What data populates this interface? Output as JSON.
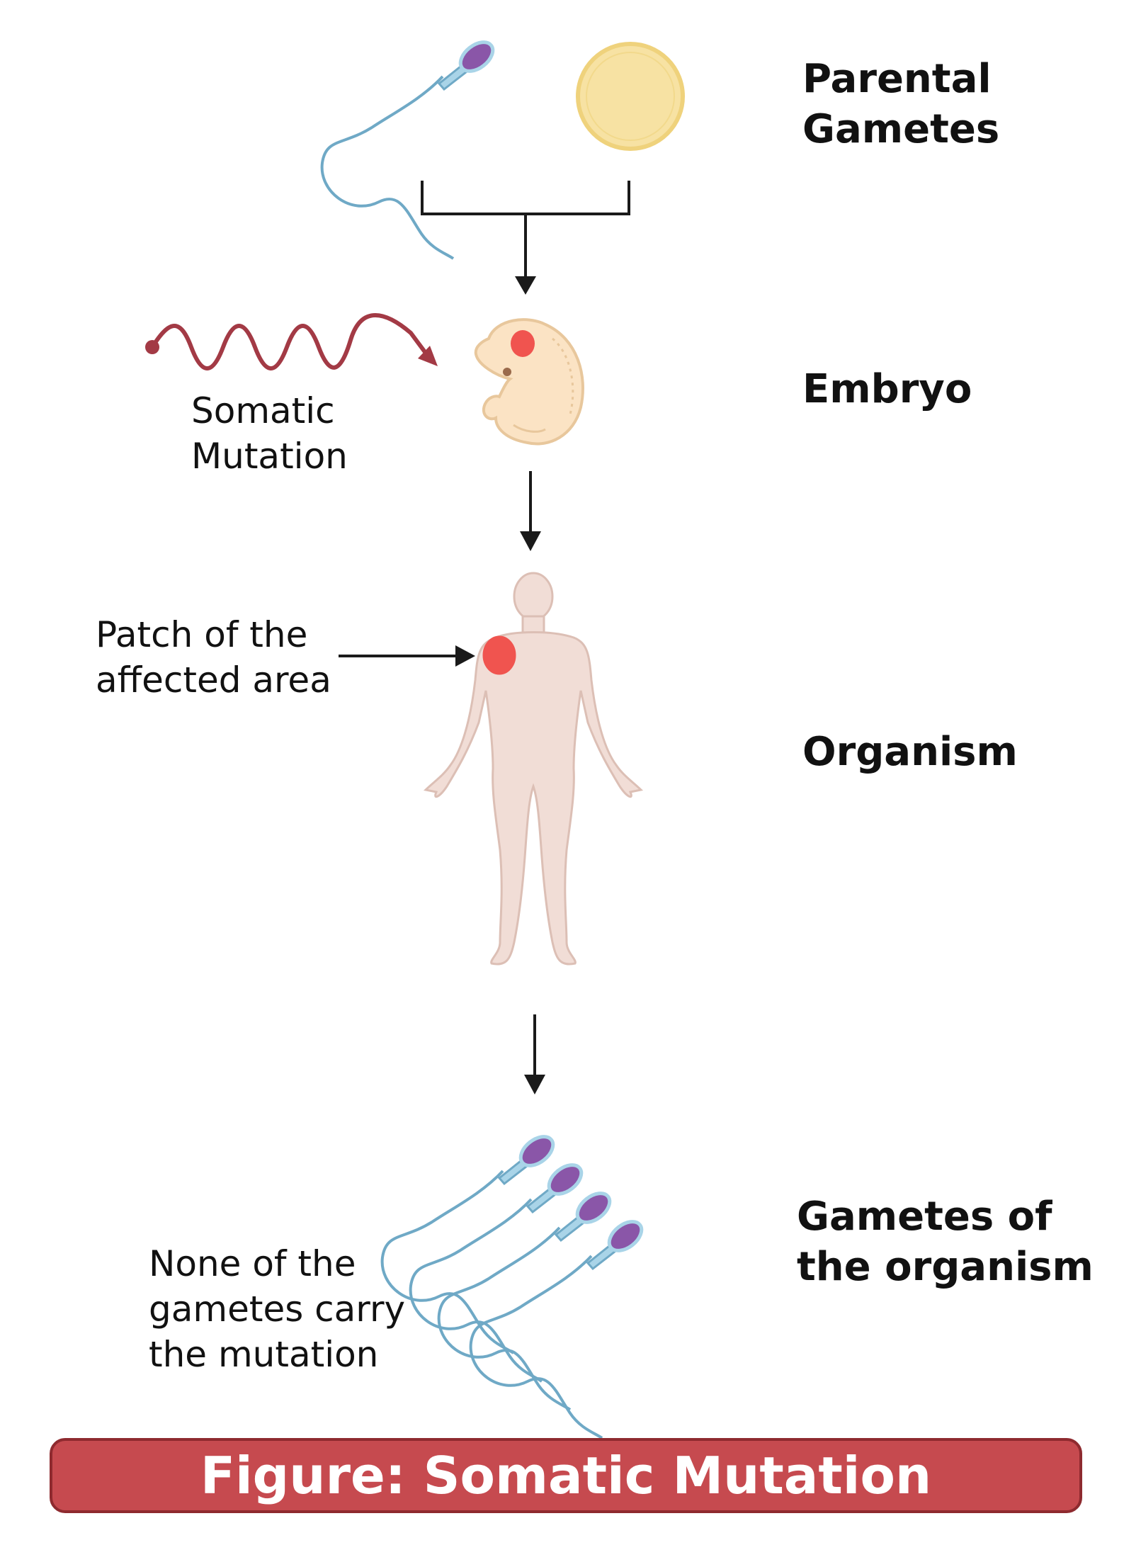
{
  "colors": {
    "sperm_head": "#8a56a8",
    "sperm_body": "#a9d4e8",
    "sperm_outline": "#6fa9c6",
    "egg_fill": "#f7e2a3",
    "egg_outline": "#efd27c",
    "embryo_fill": "#fbe3c4",
    "embryo_outline": "#e8c79c",
    "mutation_patch": "#f0544f",
    "mutation_wave": "#a33a45",
    "body_fill": "#f1ddd6",
    "body_outline": "#dcbfb5",
    "arrow": "#1a1a1a",
    "caption_bg": "#c64a4f",
    "caption_border": "#8e2a2f"
  },
  "icons": {
    "parent_sperm": "sperm-icon",
    "parent_egg": "egg-icon",
    "embryo": "embryo-icon",
    "organism": "human-body-icon",
    "mutation": "radiation-wave-icon",
    "gametes": "sperm-cluster-icon"
  },
  "labels": {
    "parental_gametes": [
      "Parental",
      "Gametes"
    ],
    "embryo": "Embryo",
    "organism": "Organism",
    "gametes_of_organism": [
      "Gametes of",
      "the organism"
    ],
    "somatic_mutation": [
      "Somatic",
      "Mutation"
    ],
    "patch": [
      "Patch of the",
      "affected area"
    ],
    "none_carry": [
      "None of the",
      "gametes carry",
      "the mutation"
    ]
  },
  "caption": "Figure: Somatic Mutation"
}
